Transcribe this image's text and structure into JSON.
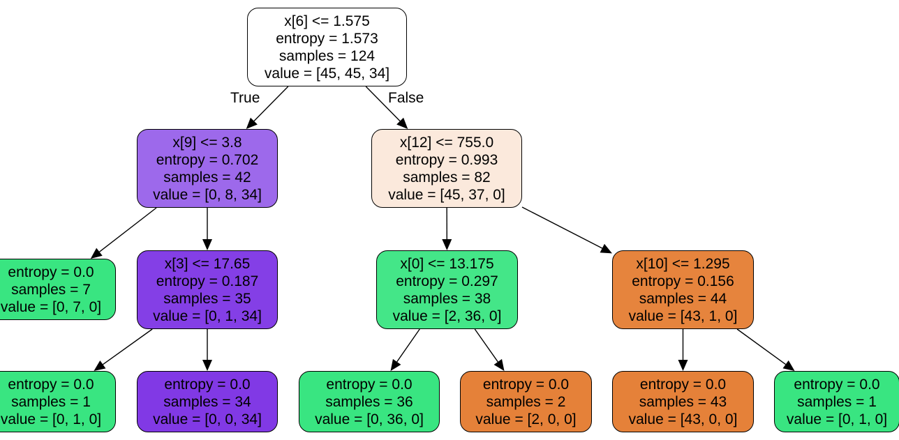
{
  "tree": {
    "edge_labels": {
      "true_label": "True",
      "false_label": "False"
    },
    "nodes": [
      {
        "id": "n0",
        "split": "x[6] <= 1.575",
        "entropy": "entropy = 1.573",
        "samples": "samples = 124",
        "value": "value = [45, 45, 34]",
        "fill": "#ffffff"
      },
      {
        "id": "n1",
        "split": "x[9] <= 3.8",
        "entropy": "entropy = 0.702",
        "samples": "samples = 42",
        "value": "value = [0, 8, 34]",
        "fill": "#9d69eb"
      },
      {
        "id": "n2",
        "split": "x[12] <= 755.0",
        "entropy": "entropy = 0.993",
        "samples": "samples = 82",
        "value": "value = [45, 37, 0]",
        "fill": "#fbe9dc"
      },
      {
        "id": "n3",
        "entropy": "entropy = 0.0",
        "samples": "samples = 7",
        "value": "value = [0, 7, 0]",
        "fill": "#39e581"
      },
      {
        "id": "n4",
        "split": "x[3] <= 17.65",
        "entropy": "entropy = 0.187",
        "samples": "samples = 35",
        "value": "value = [0, 1, 34]",
        "fill": "#843fe6"
      },
      {
        "id": "n5",
        "split": "x[0] <= 13.175",
        "entropy": "entropy = 0.297",
        "samples": "samples = 38",
        "value": "value = [2, 36, 0]",
        "fill": "#44e688"
      },
      {
        "id": "n6",
        "split": "x[10] <= 1.295",
        "entropy": "entropy = 0.156",
        "samples": "samples = 44",
        "value": "value = [43, 1, 0]",
        "fill": "#e6843d"
      },
      {
        "id": "n7",
        "entropy": "entropy = 0.0",
        "samples": "samples = 1",
        "value": "value = [0, 1, 0]",
        "fill": "#39e581"
      },
      {
        "id": "n8",
        "entropy": "entropy = 0.0",
        "samples": "samples = 34",
        "value": "value = [0, 0, 34]",
        "fill": "#8139e5"
      },
      {
        "id": "n9",
        "entropy": "entropy = 0.0",
        "samples": "samples = 36",
        "value": "value = [0, 36, 0]",
        "fill": "#39e581"
      },
      {
        "id": "n10",
        "entropy": "entropy = 0.0",
        "samples": "samples = 2",
        "value": "value = [2, 0, 0]",
        "fill": "#e58139"
      },
      {
        "id": "n11",
        "entropy": "entropy = 0.0",
        "samples": "samples = 43",
        "value": "value = [43, 0, 0]",
        "fill": "#e58139"
      },
      {
        "id": "n12",
        "entropy": "entropy = 0.0",
        "samples": "samples = 1",
        "value": "value = [0, 1, 0]",
        "fill": "#39e581"
      }
    ],
    "edges": [
      [
        "n0",
        "n1"
      ],
      [
        "n0",
        "n2"
      ],
      [
        "n1",
        "n3"
      ],
      [
        "n1",
        "n4"
      ],
      [
        "n2",
        "n5"
      ],
      [
        "n2",
        "n6"
      ],
      [
        "n4",
        "n7"
      ],
      [
        "n4",
        "n8"
      ],
      [
        "n5",
        "n9"
      ],
      [
        "n5",
        "n10"
      ],
      [
        "n6",
        "n11"
      ],
      [
        "n6",
        "n12"
      ]
    ]
  }
}
